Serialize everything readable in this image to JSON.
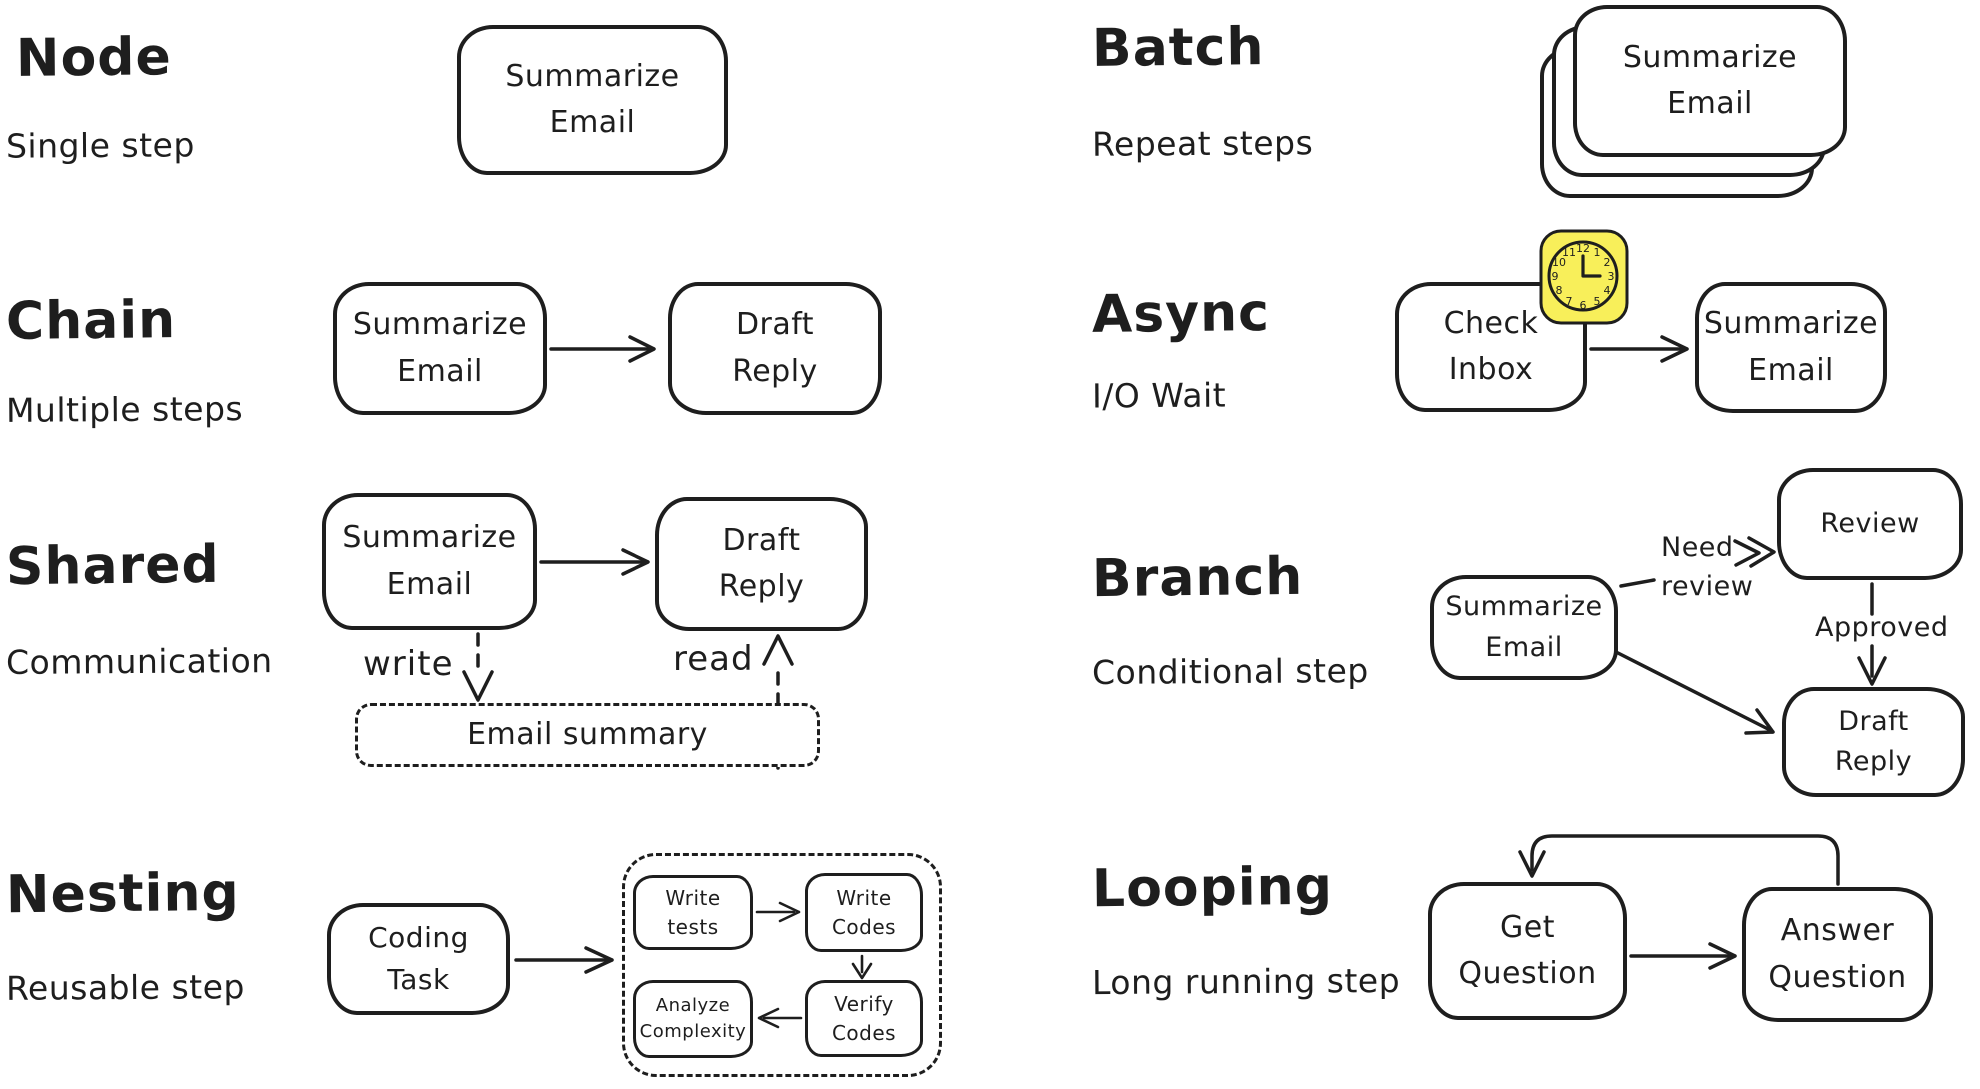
{
  "colors": {
    "ink": "#1e1e1e",
    "background": "#ffffff",
    "clock_yellow": "#f8ef5a"
  },
  "node": {
    "title": "Node",
    "subtitle": "Single step",
    "box": "Summarize\nEmail"
  },
  "chain": {
    "title": "Chain",
    "subtitle": "Multiple steps",
    "box1": "Summarize\nEmail",
    "box2": "Draft\nReply"
  },
  "shared": {
    "title": "Shared",
    "subtitle": "Communication",
    "box1": "Summarize\nEmail",
    "box2": "Draft\nReply",
    "write_label": "write",
    "read_label": "read",
    "store": "Email summary"
  },
  "nesting": {
    "title": "Nesting",
    "subtitle": "Reusable step",
    "box": "Coding\nTask",
    "tests": "Write\ntests",
    "codes": "Write\nCodes",
    "verify": "Verify\nCodes",
    "analyze": "Analyze\nComplexity"
  },
  "batch": {
    "title": "Batch",
    "subtitle": "Repeat steps",
    "box": "Summarize\nEmail"
  },
  "async": {
    "title": "Async",
    "subtitle": "I/O Wait",
    "box1": "Check\nInbox",
    "box2": "Summarize\nEmail",
    "icon": "clock-icon"
  },
  "branch": {
    "title": "Branch",
    "subtitle": "Conditional step",
    "box1": "Summarize\nEmail",
    "review_box": "Review",
    "draft_box": "Draft\nReply",
    "need_label": "Need\nreview",
    "approved_label": "Approved"
  },
  "looping": {
    "title": "Looping",
    "subtitle": "Long running step",
    "box1": "Get\nQuestion",
    "box2": "Answer\nQuestion"
  },
  "clock": {
    "numbers": [
      "12",
      "1",
      "2",
      "3",
      "4",
      "5",
      "6",
      "7",
      "8",
      "9",
      "10",
      "11"
    ]
  }
}
